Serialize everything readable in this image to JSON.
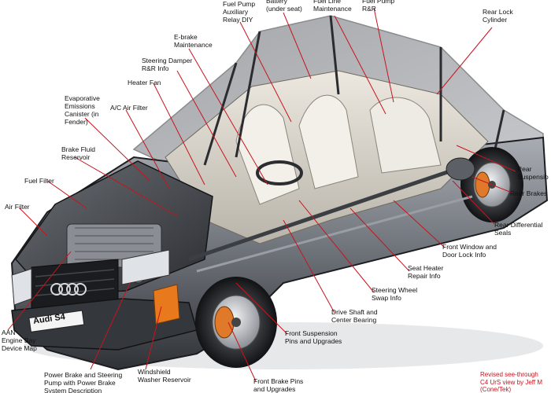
{
  "colors": {
    "leader": "#c8141e",
    "credit": "#c8141e",
    "body_dark": "#3a3d42",
    "body_mid": "#8e939a",
    "body_light": "#c9ccd1",
    "interior": "#d8d4cc",
    "orange": "#e8791c"
  },
  "diagram": {
    "labels": [
      {
        "id": "fuel-pump-auxiliary-relay",
        "text": "Fuel Pump\nAuxiliary\nRelay DIY"
      },
      {
        "id": "battery",
        "text": "Battery\n(under seat)"
      },
      {
        "id": "fuel-line-maintenance",
        "text": "Fuel Line\nMaintenance"
      },
      {
        "id": "fuel-pump-rr",
        "text": "Fuel Pump\nR&R"
      },
      {
        "id": "rear-lock-cylinder",
        "text": "Rear Lock\nCylinder"
      },
      {
        "id": "ebrake-maintenance",
        "text": "E-brake\nMaintenance"
      },
      {
        "id": "steering-damper-rr",
        "text": "Steering Damper\nR&R Info"
      },
      {
        "id": "heater-fan",
        "text": "Heater Fan"
      },
      {
        "id": "evaporative-emissions-canister",
        "text": "Evaporative\nEmissions\nCanister (in\nFender)"
      },
      {
        "id": "ac-air-filter",
        "text": "A/C Air Filter"
      },
      {
        "id": "brake-fluid-reservoir",
        "text": "Brake Fluid\nReservoir"
      },
      {
        "id": "fuel-filter",
        "text": "Fuel Filter"
      },
      {
        "id": "air-filter",
        "text": "Air Filter"
      },
      {
        "id": "rear-suspension",
        "text": "Rear\nSuspensio"
      },
      {
        "id": "rear-brakes",
        "text": "Rear Brakes"
      },
      {
        "id": "rear-differential-seals",
        "text": "Rear Differential\nSeals"
      },
      {
        "id": "front-window-door-lock",
        "text": "Front Window and\nDoor Lock Info"
      },
      {
        "id": "seat-heater-repair",
        "text": "Seat Heater\nRepair Info"
      },
      {
        "id": "steering-wheel-swap",
        "text": "Steering Wheel\nSwap Info"
      },
      {
        "id": "drive-shaft-center-bearing",
        "text": "Drive Shaft and\nCenter Bearing"
      },
      {
        "id": "front-suspension-pins",
        "text": "Front Suspension\nPins and Upgrades"
      },
      {
        "id": "aan-engine-bay-map",
        "text": "AAN\nEngine Bay\nDevice Map"
      },
      {
        "id": "power-brake-steering-pump",
        "text": "Power Brake and Steering\nPump with Power Brake\nSystem Description"
      },
      {
        "id": "windshield-washer-reservoir",
        "text": "Windshield\nWasher Reservoir"
      },
      {
        "id": "front-brake-pins",
        "text": "Front Brake Pins\nand Upgrades"
      }
    ],
    "credit": "Revised see-through\nC4 UrS view by Jeff M\n(Cone/Tek)",
    "license_plate": "Audi S4"
  }
}
